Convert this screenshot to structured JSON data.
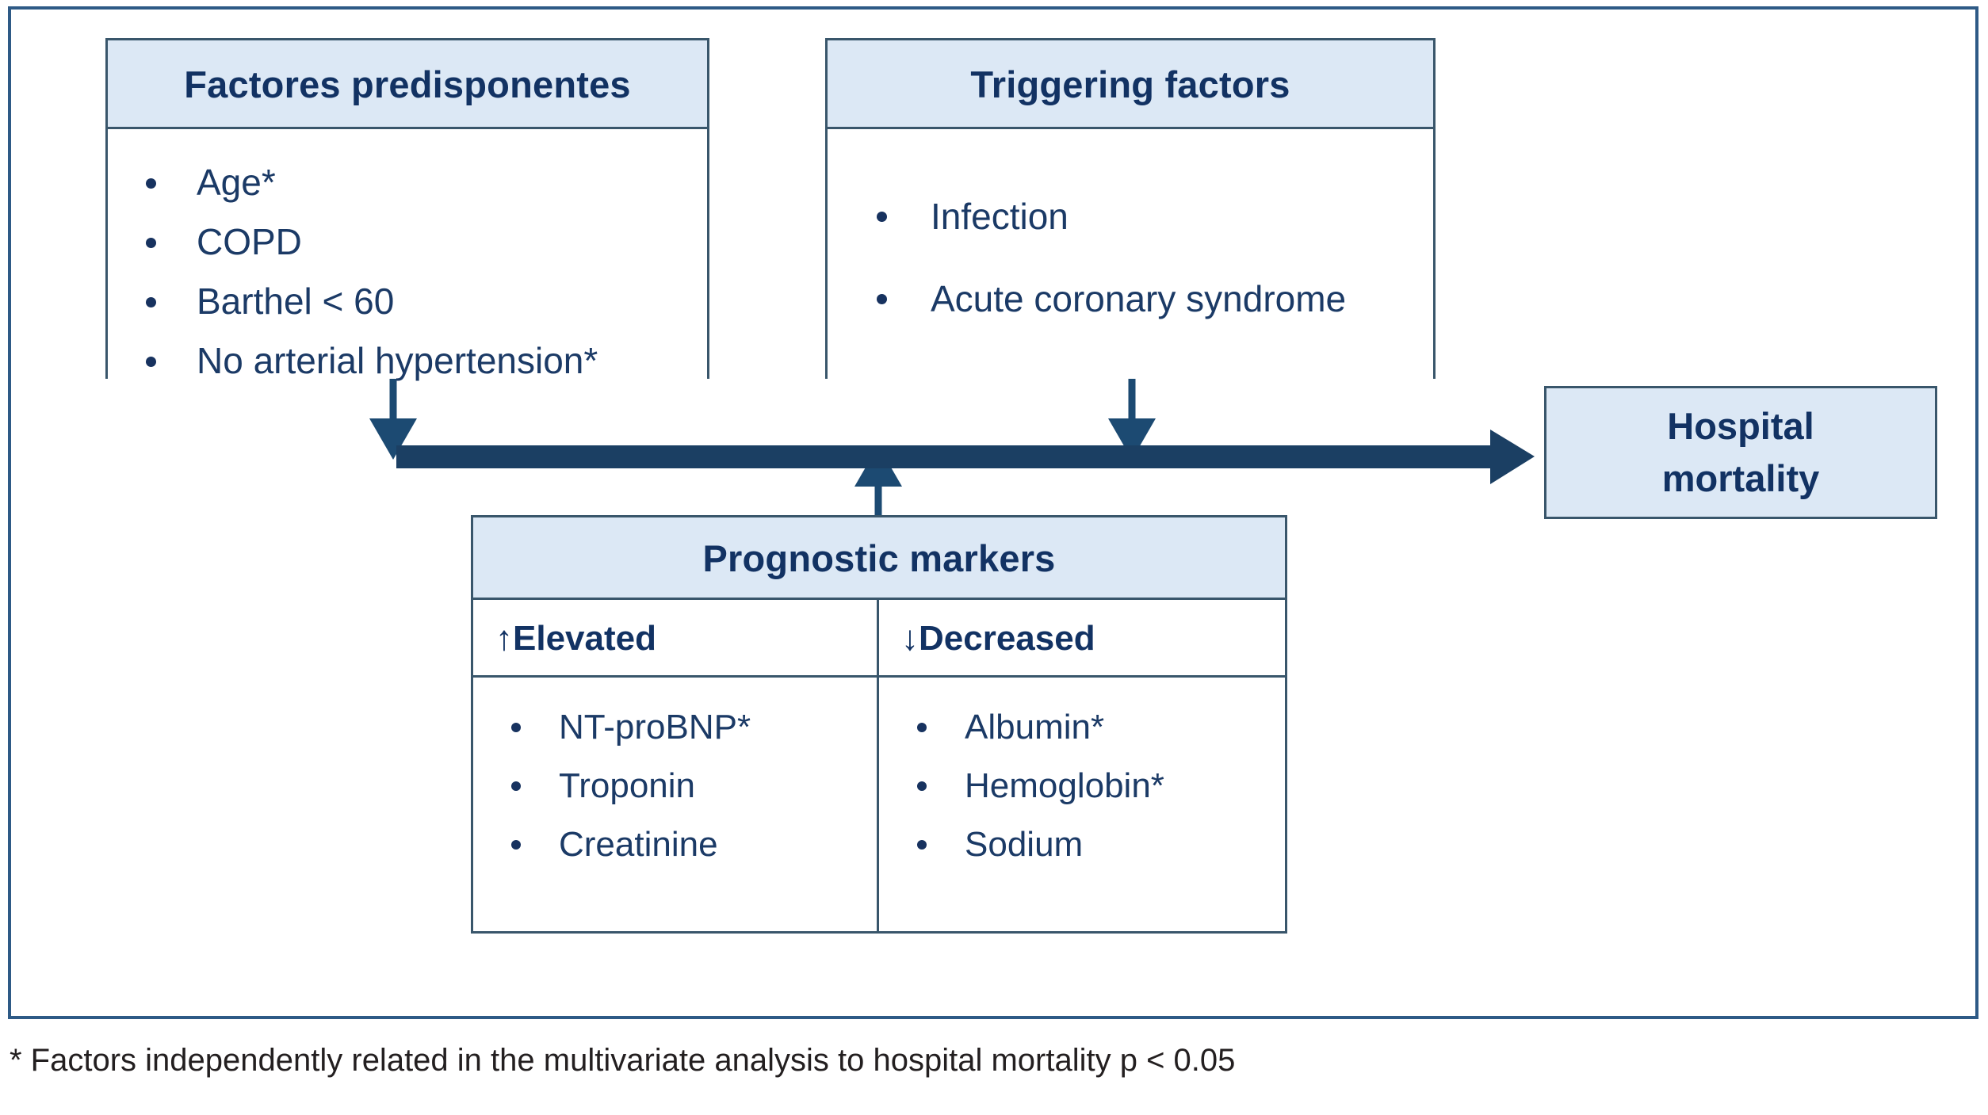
{
  "figure": {
    "frame_border_color": "#2e5a86",
    "header_fill": "#dce8f5",
    "box_border_color": "#39566b",
    "text_color": "#1b3a66",
    "arrow_color": "#1c4a72",
    "main_arrow_color": "#1b3f63"
  },
  "predisposing": {
    "title": "Factores predisponentes",
    "items": [
      "Age*",
      "COPD",
      "Barthel < 60",
      "No arterial hypertension*"
    ]
  },
  "triggering": {
    "title": "Triggering factors",
    "items": [
      "Infection",
      "Acute coronary syndrome"
    ]
  },
  "markers": {
    "title": "Prognostic markers",
    "columns": [
      {
        "arrow": "↑",
        "label": "Elevated",
        "items": [
          "NT-proBNP*",
          "Troponin",
          "Creatinine"
        ]
      },
      {
        "arrow": "↓",
        "label": "Decreased",
        "items": [
          "Albumin*",
          "Hemoglobin*",
          "Sodium"
        ]
      }
    ]
  },
  "outcome": {
    "line1": "Hospital",
    "line2": "mortality"
  },
  "footnote": {
    "text": "* Factors independently related in the multivariate analysis to hospital mortality p < 0.05"
  }
}
